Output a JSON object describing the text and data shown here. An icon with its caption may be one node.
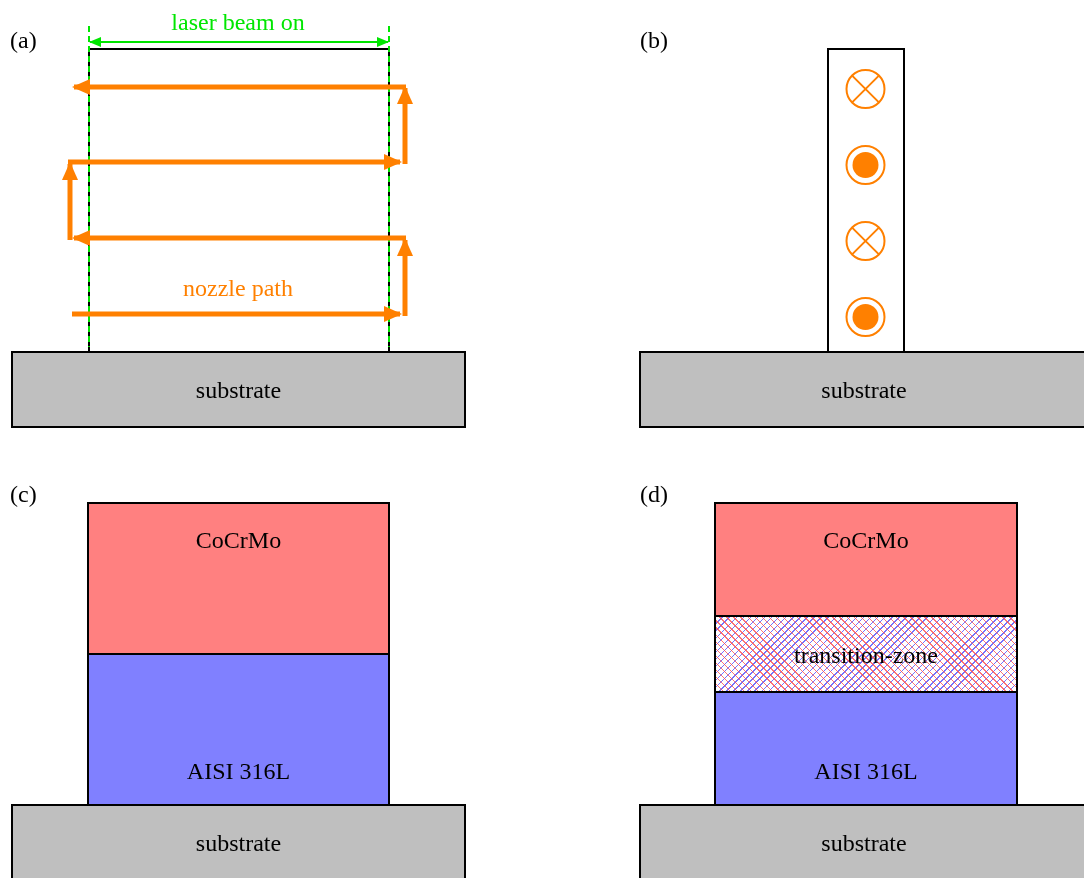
{
  "diagram": {
    "nodes": [
      {
        "text": [],
        "shape": "box"
      },
      {
        "text": [
          "substrate"
        ]
      },
      {
        "text": [],
        "shape": "box"
      },
      {
        "text": [
          "substrate"
        ]
      },
      {
        "text": [
          "CoCrMo"
        ]
      },
      {
        "text": [
          "AISI 316L"
        ]
      },
      {
        "text": [
          "substrate"
        ]
      },
      {
        "text": [
          "CoCrMo"
        ]
      },
      {
        "text": [
          "transition-zone"
        ]
      },
      {
        "text": [
          "AISI 316L"
        ]
      },
      {
        "text": [
          "substrate"
        ]
      }
    ],
    "labels": [
      "(a)",
      "laser beam on",
      "nozzle path",
      "(b)",
      "(c)",
      "(d)"
    ]
  }
}
